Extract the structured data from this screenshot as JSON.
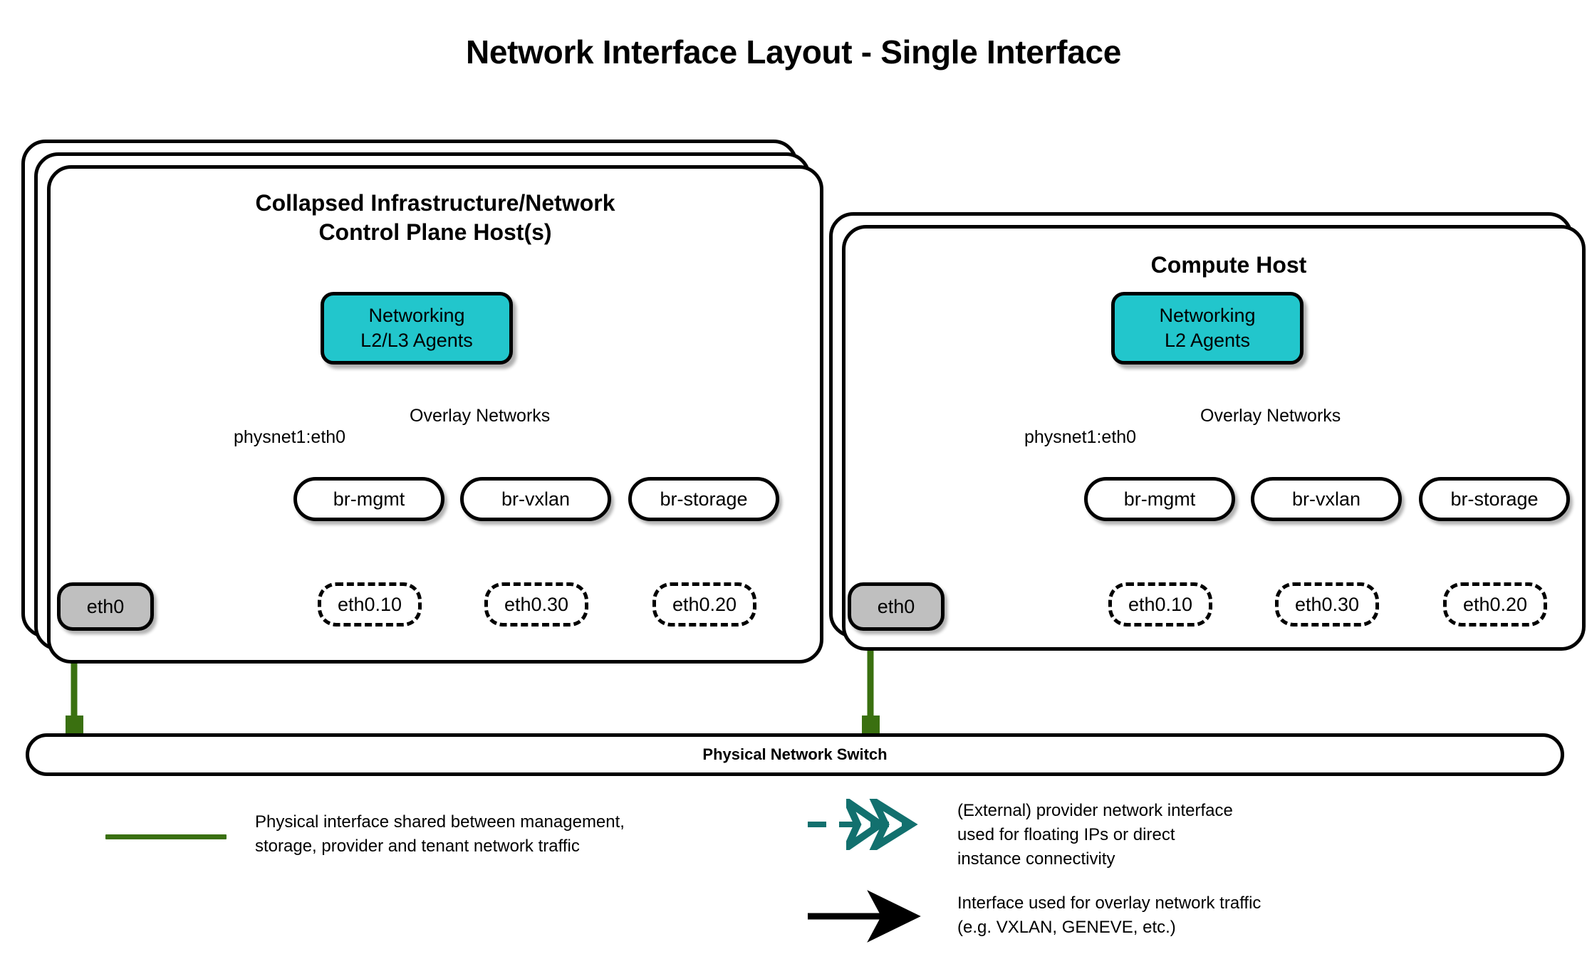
{
  "title": "Network Interface Layout - Single Interface",
  "colors": {
    "agent_fill": "#22c6cc",
    "nic_fill": "#bfbfbf",
    "physical_line": "#3a7010",
    "provider_line": "#12706e",
    "overlay_line": "#000000",
    "border": "#000000",
    "background": "#ffffff"
  },
  "hosts": [
    {
      "id": "control-plane",
      "title": "Collapsed Infrastructure/Network\nControl Plane Host(s)",
      "stack_count": 3,
      "agents": {
        "label": "Networking\nL2/L3 Agents"
      },
      "provider_label": "physnet1:eth0",
      "overlay_label": "Overlay Networks",
      "bridges": [
        {
          "label": "br-mgmt"
        },
        {
          "label": "br-vxlan"
        },
        {
          "label": "br-storage"
        }
      ],
      "vlans": [
        {
          "label": "eth0.10"
        },
        {
          "label": "eth0.30"
        },
        {
          "label": "eth0.20"
        }
      ],
      "nic": {
        "label": "eth0"
      }
    },
    {
      "id": "compute",
      "title": "Compute Host",
      "stack_count": 2,
      "agents": {
        "label": "Networking\nL2 Agents"
      },
      "provider_label": "physnet1:eth0",
      "overlay_label": "Overlay Networks",
      "bridges": [
        {
          "label": "br-mgmt"
        },
        {
          "label": "br-vxlan"
        },
        {
          "label": "br-storage"
        }
      ],
      "vlans": [
        {
          "label": "eth0.10"
        },
        {
          "label": "eth0.30"
        },
        {
          "label": "eth0.20"
        }
      ],
      "nic": {
        "label": "eth0"
      }
    }
  ],
  "switch": {
    "label": "Physical Network Switch"
  },
  "legend": [
    {
      "id": "physical-interface",
      "style": "solid-green-line",
      "text": "Physical interface shared between management,\nstorage, provider and tenant network traffic"
    },
    {
      "id": "provider-interface",
      "style": "dashed-teal-double-arrow",
      "text": "(External) provider network interface\nused for floating IPs or direct\ninstance connectivity"
    },
    {
      "id": "overlay-interface",
      "style": "solid-black-arrow",
      "text": "Interface used for overlay network traffic\n(e.g. VXLAN, GENEVE, etc.)"
    }
  ]
}
